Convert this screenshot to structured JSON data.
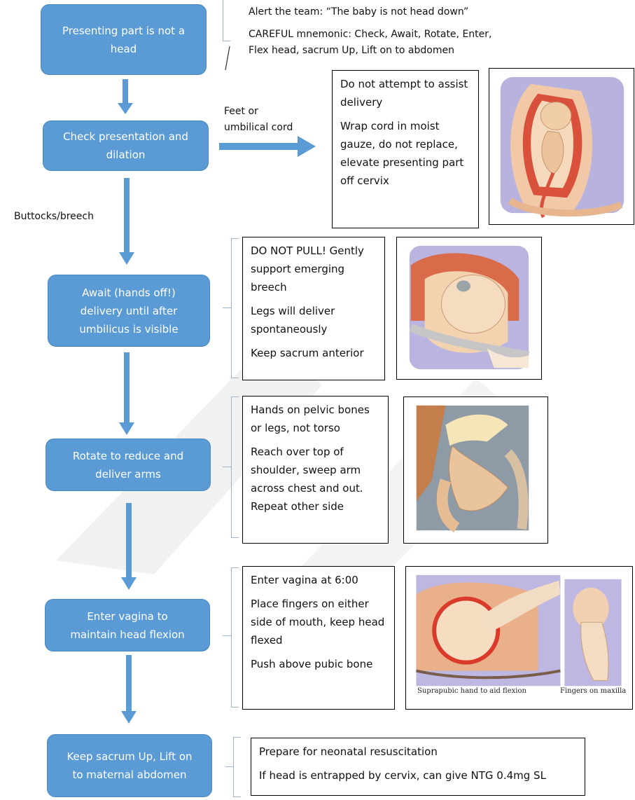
{
  "colors": {
    "step_fill": "#5b9bd5",
    "step_text": "#ffffff",
    "arrow": "#5b9bd5"
  },
  "steps": [
    {
      "lines": [
        "Presenting part is not a",
        "head"
      ]
    },
    {
      "lines": [
        "Check presentation and",
        "dilation"
      ]
    },
    {
      "lines": [
        "Await (hands off!)",
        "delivery until after",
        "umbilicus is visible"
      ]
    },
    {
      "lines": [
        "Rotate to reduce and",
        "deliver arms"
      ]
    },
    {
      "lines": [
        "Enter vagina to",
        "maintain head flexion"
      ]
    },
    {
      "lines": [
        "Keep sacrum Up, Lift on",
        "to maternal abdomen"
      ]
    }
  ],
  "notes": {
    "alert": "Alert the team: “The baby is not head down”",
    "mnemonic_line1": "CAREFUL mnemonic: Check, Await, Rotate, Enter,",
    "mnemonic_line2": "Flex head, sacrum Up, Lift on to abdomen"
  },
  "branch_labels": {
    "feet_line1": "Feet or",
    "feet_line2": "umbilical cord",
    "breech": "Buttocks/breech"
  },
  "boxes": {
    "cord": [
      "Do not attempt to assist delivery",
      "Wrap cord in moist gauze, do not replace, elevate presenting part off cervix"
    ],
    "await": [
      "DO NOT PULL! Gently support emerging breech",
      "Legs will deliver spontaneously",
      "Keep sacrum anterior"
    ],
    "rotate": [
      "Hands on pelvic bones or legs, not torso",
      "Reach over top of shoulder, sweep arm across chest and out. Repeat other side"
    ],
    "enter": [
      "Enter vagina at 6:00",
      "Place fingers on either side of mouth, keep head flexed",
      "Push above pubic bone"
    ],
    "final": [
      "Prepare for neonatal resuscitation",
      "If head is entrapped by cervix, can give NTG 0.4mg SL"
    ]
  },
  "captions": {
    "left": "Suprapubic  hand to aid flexion",
    "right": "Fingers on maxilla"
  },
  "icons": [
    "down-arrow-icon",
    "right-arrow-icon",
    "fetus-in-uterus-illustration",
    "breech-emerging-illustration",
    "arm-delivery-illustration",
    "head-flexion-illustration",
    "maxilla-fingers-illustration"
  ]
}
